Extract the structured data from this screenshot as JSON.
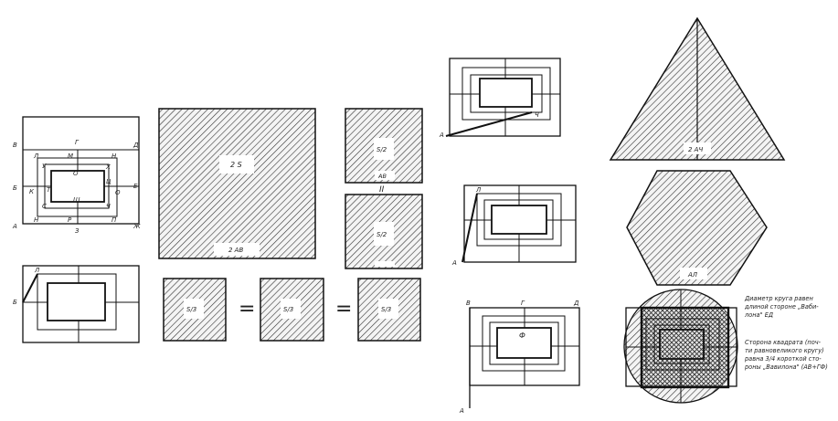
{
  "fig1": {
    "labels": {
      "V": "В",
      "G": "Г",
      "D": "Д",
      "L": "Л",
      "M": "М",
      "N1": "Н",
      "U": "У",
      "X": "Х",
      "O1": "О",
      "B": "Б",
      "K": "К",
      "T": "Т",
      "Ts": "Ц",
      "O2": "О",
      "E": "Е",
      "S": "С",
      "Sh": "Ш",
      "Ch": "Ч",
      "N2": "Н",
      "R": "Р",
      "P": "П",
      "A": "А",
      "Z": "З",
      "Zh": "Ж"
    }
  },
  "fig2": {
    "labels": {
      "L": "Л",
      "B": "Б"
    }
  },
  "squares": {
    "big": {
      "center": "2 S",
      "bottom": "2 АВ"
    },
    "half_top": {
      "center": "S/2",
      "bottom": "АВ"
    },
    "half_bottom": {
      "center": "S/2"
    },
    "parallel": "II",
    "thirds": [
      "S/3",
      "S/3",
      "S/3"
    ],
    "equals": "="
  },
  "fig3": {
    "labels": {
      "A": "А",
      "Ch": "Ч"
    }
  },
  "fig4": {
    "labels": {
      "L": "Л",
      "A": "А"
    }
  },
  "fig5": {
    "labels": {
      "V": "В",
      "G": "Г",
      "D": "Д",
      "F": "Ф",
      "A": "А"
    }
  },
  "triangle": {
    "label": "2 АЧ"
  },
  "hexagon": {
    "label": "АЛ"
  },
  "notes": {
    "circle": [
      "Диаметр круга равен",
      "длиной стороне „Ваби-",
      "лона\" ЕД"
    ],
    "square": [
      "Сторона квадрата (поч-",
      "ти равновеликого кругу)",
      "равна 3/4 короткой сто-",
      "роны „Вавилона\" (АВ+ГФ)"
    ]
  }
}
